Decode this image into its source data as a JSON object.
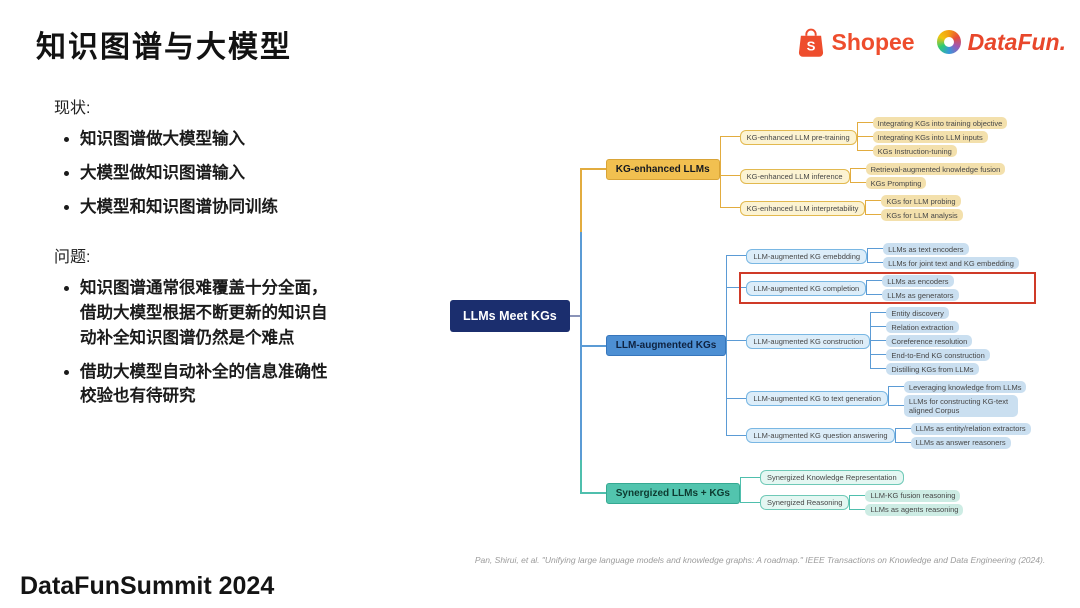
{
  "slide": {
    "title": "知识图谱与大模型",
    "footer": "DataFunSummit 2024",
    "citation": "Pan, Shirui, et al. \"Unifying large language models and knowledge graphs: A roadmap.\" IEEE Transactions on Knowledge and Data Engineering (2024)."
  },
  "logos": {
    "shopee_label": "Shopee",
    "datafun_label": "DataFun.",
    "shopee_color": "#EE4D2D",
    "datafun_color": "#E8472B"
  },
  "left_panel": {
    "status_heading": "现状:",
    "status_items": [
      "知识图谱做大模型输入",
      "大模型做知识图谱输入",
      "大模型和知识图谱协同训练"
    ],
    "problem_heading": "问题:",
    "problem_items": [
      "知识图谱通常很难覆盖十分全面，借助大模型根据不断更新的知识自动补全知识图谱仍然是个难点",
      "借助大模型自动补全的信息准确性校验也有待研究"
    ]
  },
  "mindmap": {
    "root": "LLMs Meet KGs",
    "colors": {
      "root_bg": "#1B2E6E",
      "kg_enhanced": "#E8AF3F",
      "llm_augmented": "#4D8FD3",
      "synergized": "#4FBFAD",
      "highlight_box": "#CF3A28"
    },
    "branches": [
      {
        "label": "KG-enhanced LLMs",
        "children": [
          {
            "label": "KG-enhanced LLM pre-training",
            "leaves": [
              "Integrating KGs into training objective",
              "Integrating KGs into LLM inputs",
              "KGs Instruction-tuning"
            ]
          },
          {
            "label": "KG-enhanced LLM inference",
            "leaves": [
              "Retrieval-augmented knowledge fusion",
              "KGs Prompting"
            ]
          },
          {
            "label": "KG-enhanced LLM interpretability",
            "leaves": [
              "KGs for LLM probing",
              "KGs for LLM analysis"
            ]
          }
        ]
      },
      {
        "label": "LLM-augmented KGs",
        "children": [
          {
            "label": "LLM-augmented KG emebdding",
            "leaves": [
              "LLMs as text encoders",
              "LLMs for joint text and KG embedding"
            ]
          },
          {
            "label": "LLM-augmented KG completion",
            "highlighted": true,
            "leaves": [
              "LLMs as encoders",
              "LLMs as generators"
            ]
          },
          {
            "label": "LLM-augmented KG construction",
            "leaves": [
              "Entity discovery",
              "Relation extraction",
              "Coreference resolution",
              "End-to-End KG construction",
              "Distilling KGs from LLMs"
            ]
          },
          {
            "label": "LLM-augmented KG to text generation",
            "leaves": [
              "Leveraging knowledge from LLMs",
              "LLMs for constructing KG-text aligned Corpus"
            ]
          },
          {
            "label": "LLM-augmented KG question answering",
            "leaves": [
              "LLMs as entity/relation extractors",
              "LLMs as answer reasoners"
            ]
          }
        ]
      },
      {
        "label": "Synergized LLMs + KGs",
        "children": [
          {
            "label": "Synergized Knowledge Representation",
            "leaves": []
          },
          {
            "label": "Synergized Reasoning",
            "leaves": [
              "LLM-KG fusion reasoning",
              "LLMs as agents reasoning"
            ]
          }
        ]
      }
    ]
  }
}
